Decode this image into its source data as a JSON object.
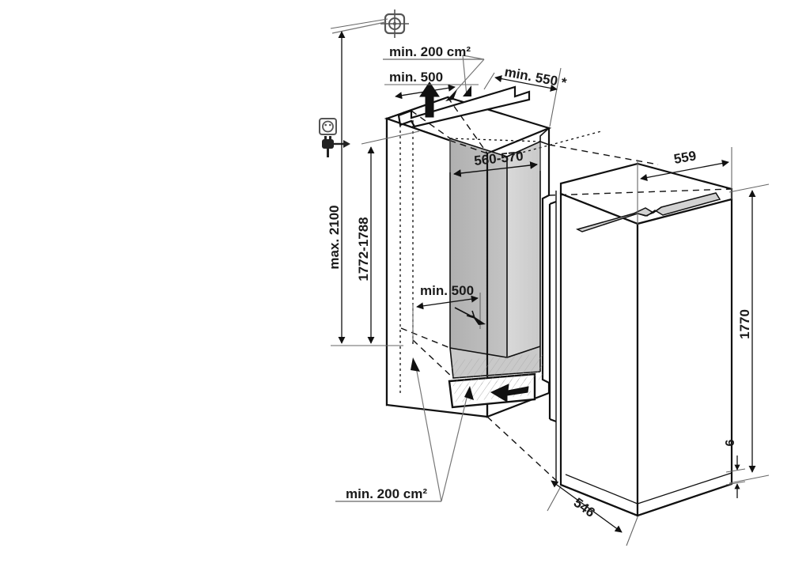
{
  "drawing": {
    "title": "Built-in refrigerator installation niche dimensions",
    "background_color": "#ffffff",
    "line_color": "#111111",
    "shade_dark": "#b4b4b4",
    "shade_mid": "#c6c6c6",
    "shade_light": "#d8d8d8",
    "shade_pale": "#e8e8e8"
  },
  "labels": {
    "vent_top_area": "min. 200 cm²",
    "vent_top_depth": "min. 500",
    "niche_depth_top": "min. 550 *",
    "niche_height_max": "max. 2100",
    "niche_height_range": "1772-1788",
    "niche_width": "560-570",
    "vent_bottom_depth": "min. 500",
    "vent_bottom_area": "min. 200 cm²",
    "appliance_width": "559",
    "appliance_height": "1770",
    "appliance_foot_gap": "6",
    "appliance_depth": "546"
  },
  "icons": {
    "socket_crosshair": "power-socket-crosshair-icon",
    "socket": "power-socket-icon",
    "plug": "power-plug-icon",
    "airflow_up": "airflow-arrow-up-icon",
    "airflow_in": "airflow-arrow-in-icon"
  }
}
